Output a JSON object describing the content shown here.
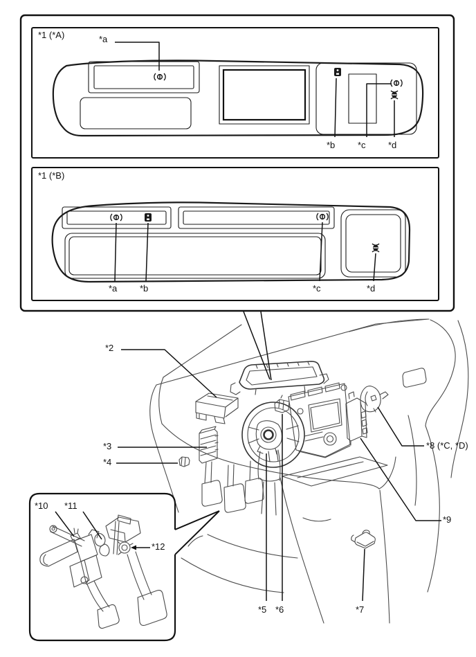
{
  "figure": {
    "description": "Vehicle interior component location line diagram",
    "views": [
      {
        "name": "instrument-panel-view-A",
        "label": "*1 (*A)",
        "callouts": [
          "*a",
          "*b",
          "*c",
          "*d"
        ]
      },
      {
        "name": "instrument-panel-view-B",
        "label": "*1 (*B)",
        "callouts": [
          "*a",
          "*b",
          "*c",
          "*d"
        ]
      },
      {
        "name": "dashboard-perspective",
        "callouts": [
          "*2",
          "*3",
          "*4",
          "*5",
          "*6",
          "*7",
          "*8 (*C, *D)",
          "*9"
        ]
      },
      {
        "name": "pedal-assembly-inset",
        "callouts": [
          "*10",
          "*11",
          "*12"
        ]
      }
    ],
    "colors": {
      "ink": "#111111",
      "art_line": "#4a4a4a",
      "paper": "#ffffff"
    }
  },
  "labels": {
    "view_a": "*1 (*A)",
    "view_b": "*1 (*B)",
    "a": "*a",
    "b": "*b",
    "c": "*c",
    "d": "*d",
    "n2": "*2",
    "n3": "*3",
    "n4": "*4",
    "n5": "*5",
    "n6": "*6",
    "n7": "*7",
    "n8": "*8 (*C, *D)",
    "n9": "*9",
    "n10": "*10",
    "n11": "*11",
    "n12": "*12"
  }
}
